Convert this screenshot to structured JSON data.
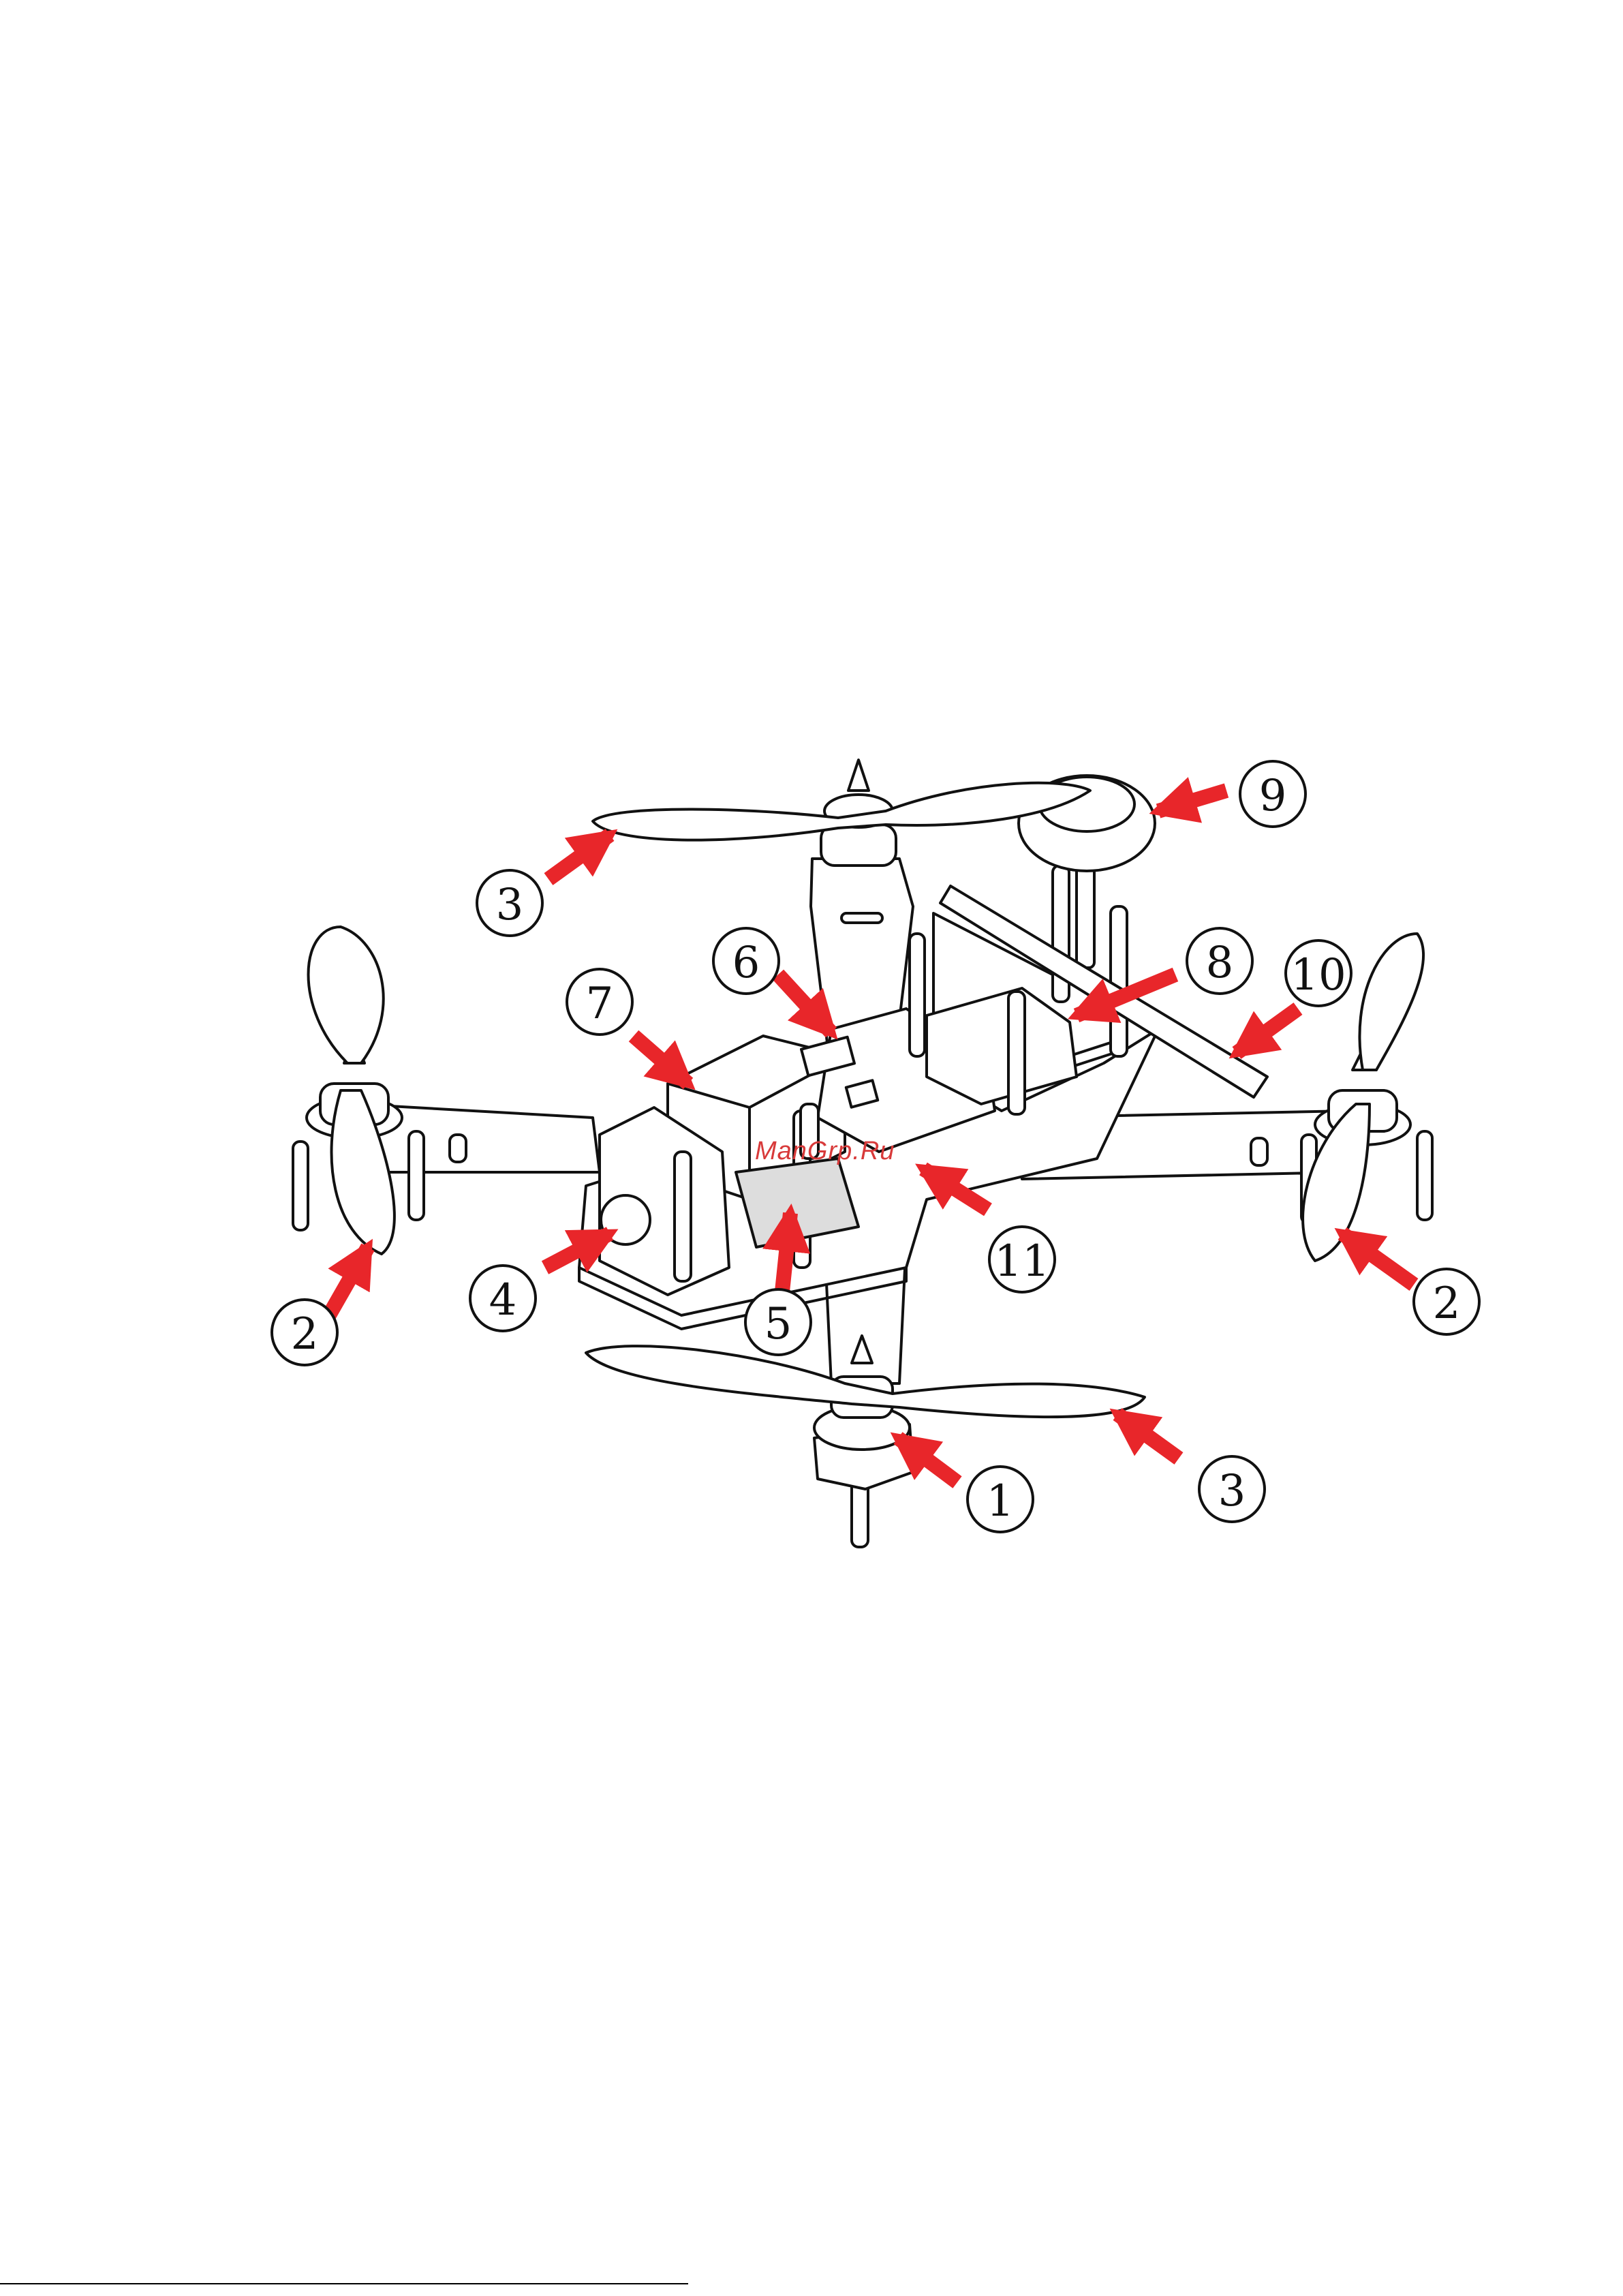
{
  "watermark": "ManGrp.Ru",
  "colors": {
    "arrow": "#e8262a",
    "line": "#111111"
  },
  "callouts": [
    {
      "id": "c1",
      "label": "1"
    },
    {
      "id": "c2a",
      "label": "2"
    },
    {
      "id": "c2b",
      "label": "2"
    },
    {
      "id": "c3a",
      "label": "3"
    },
    {
      "id": "c3b",
      "label": "3"
    },
    {
      "id": "c4",
      "label": "4"
    },
    {
      "id": "c5",
      "label": "5"
    },
    {
      "id": "c6",
      "label": "6"
    },
    {
      "id": "c7",
      "label": "7"
    },
    {
      "id": "c8",
      "label": "8"
    },
    {
      "id": "c9",
      "label": "9"
    },
    {
      "id": "c10",
      "label": "10"
    },
    {
      "id": "c11",
      "label": "11"
    }
  ]
}
